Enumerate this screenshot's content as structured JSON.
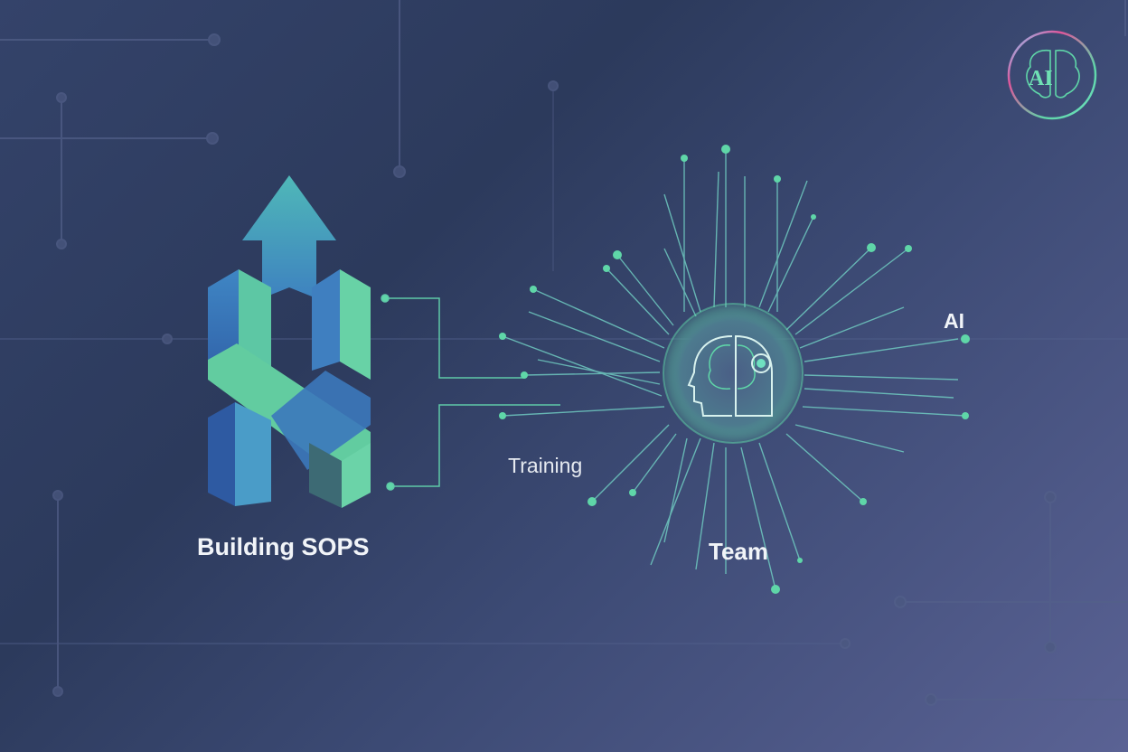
{
  "labels": {
    "building_sops": "Building SOPS",
    "training": "Training",
    "team": "Team",
    "ai": "AI"
  },
  "badge": {
    "text": "AI",
    "icon": "brain-ai-badge-icon"
  },
  "icons": {
    "sops_logo": "isometric-x-arrow-up-icon",
    "center": "head-brain-circuit-icon"
  },
  "colors": {
    "background_dark": "#2c3a5c",
    "background_light": "#5a6294",
    "accent_green": "#5fd6a8",
    "accent_blue": "#3f7fc0",
    "accent_teal": "#4fb0c8",
    "circuit_line": "#6fc9c0",
    "text": "#f1f4f8",
    "badge_pink": "#e0559a"
  }
}
